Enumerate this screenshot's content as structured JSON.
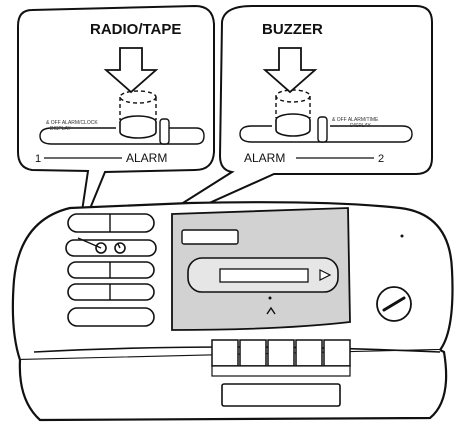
{
  "callouts": {
    "left": {
      "title": "RADIO/TAPE",
      "scale_start": "1",
      "scale_label": "ALARM",
      "switch_text_top": "& OFF ALARM/CLOCK",
      "switch_text_bottom": "DISPLAY"
    },
    "right": {
      "title": "BUZZER",
      "scale_label": "ALARM",
      "scale_end": "2",
      "switch_text_top": "& OFF ALARM/TIME",
      "switch_text_bottom": "DISPLAY"
    }
  },
  "colors": {
    "line": "#111111",
    "panel": "#cfcfcf",
    "paper": "#ffffff"
  },
  "icons": {
    "arrow": "down-arrow-icon",
    "play_mark": "play-triangle-icon",
    "dial": "tuning-dial-icon"
  }
}
